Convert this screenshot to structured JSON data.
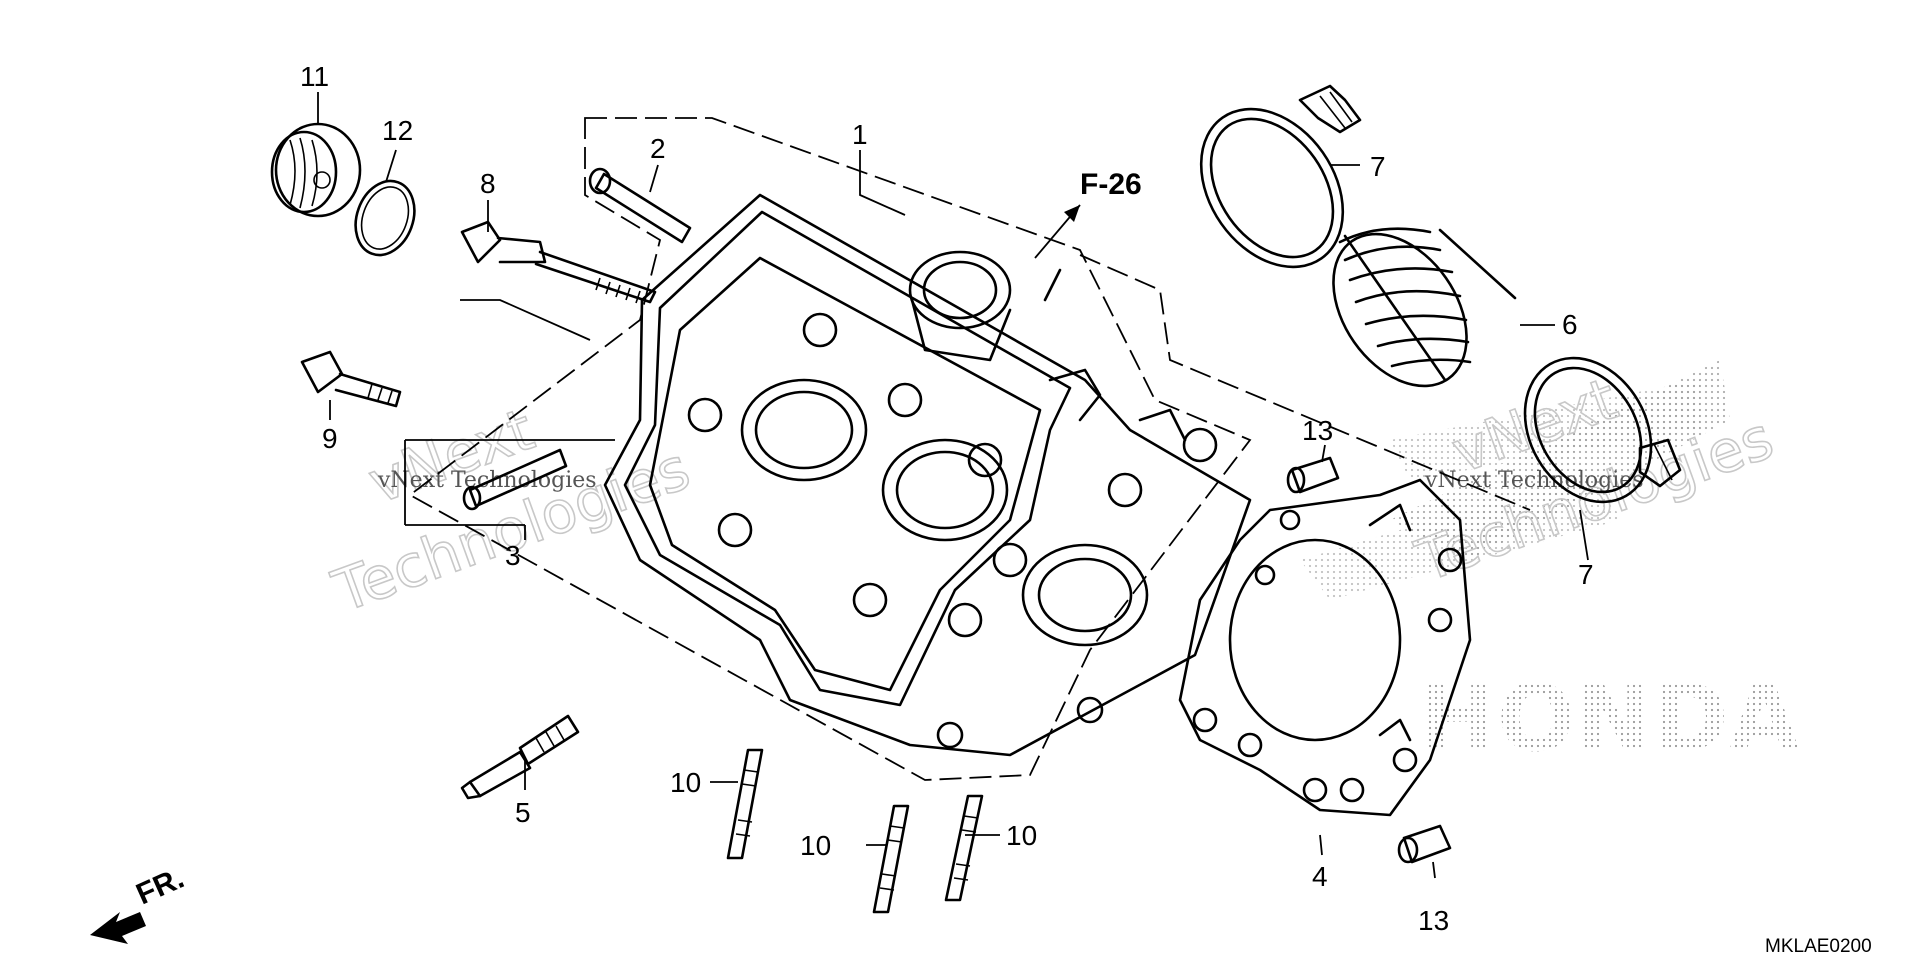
{
  "diagram": {
    "callouts": [
      {
        "id": "c1",
        "text": "1"
      },
      {
        "id": "c2",
        "text": "2"
      },
      {
        "id": "c3",
        "text": "3"
      },
      {
        "id": "c4",
        "text": "4"
      },
      {
        "id": "c5",
        "text": "5"
      },
      {
        "id": "c6",
        "text": "6"
      },
      {
        "id": "c7a",
        "text": "7"
      },
      {
        "id": "c7b",
        "text": "7"
      },
      {
        "id": "c8",
        "text": "8"
      },
      {
        "id": "c9",
        "text": "9"
      },
      {
        "id": "c10a",
        "text": "10"
      },
      {
        "id": "c10b",
        "text": "10"
      },
      {
        "id": "c10c",
        "text": "10"
      },
      {
        "id": "c11",
        "text": "11"
      },
      {
        "id": "c12",
        "text": "12"
      },
      {
        "id": "c13a",
        "text": "13"
      },
      {
        "id": "c13b",
        "text": "13"
      }
    ],
    "reference_label": "F-26",
    "front_label": "FR.",
    "diagram_code": "MKLAE0200",
    "watermark_line1": "vNext",
    "watermark_line2": "Technologies",
    "watermark_inline": "vNext Technologies",
    "brand_watermark": "HONDA"
  }
}
